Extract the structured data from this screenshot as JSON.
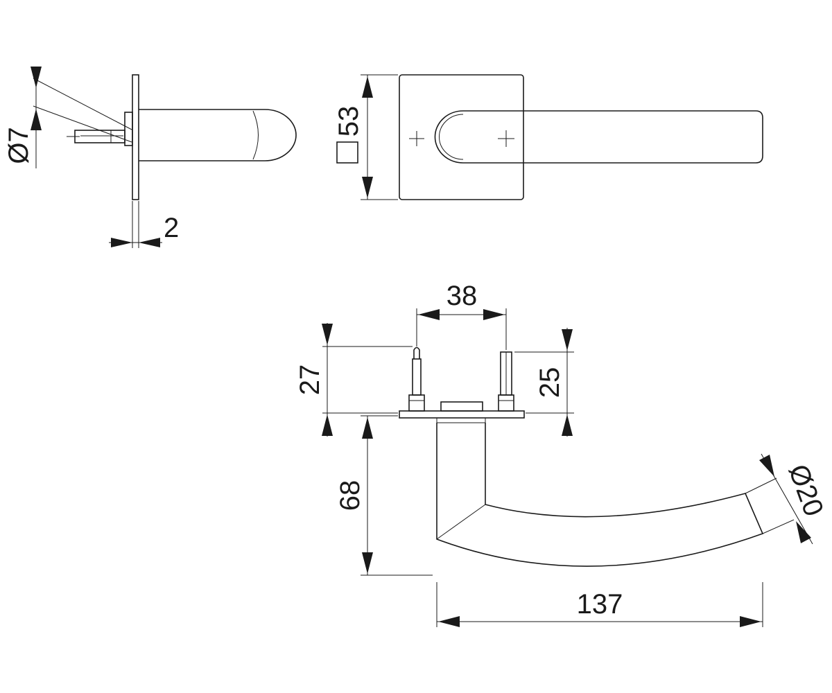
{
  "dimensions": {
    "spindle_diameter": "Ø7",
    "rose_thickness": "2",
    "rose_square": "53",
    "screw_spacing": "38",
    "screw_height": "27",
    "pin_height": "25",
    "lever_projection": "68",
    "grip_diameter": "Ø20",
    "lever_length": "137"
  },
  "colors": {
    "line": "#1a1a1a",
    "background": "#ffffff"
  }
}
